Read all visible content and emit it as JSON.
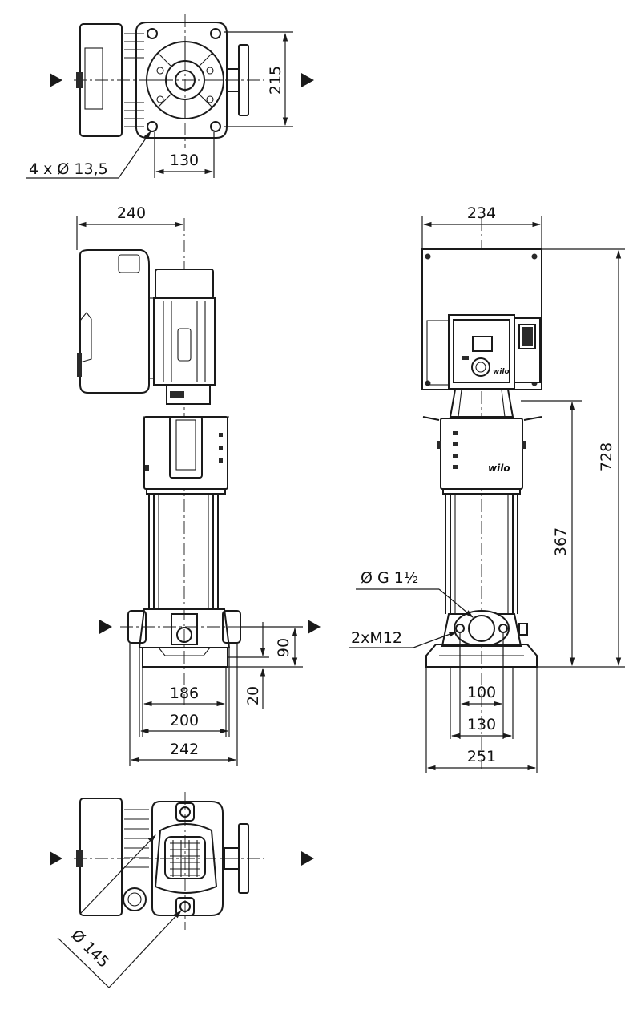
{
  "brand": "wilo",
  "dimensions": {
    "top_height": "215",
    "top_flange_spacing": "130",
    "top_holes": "4 x Ø 13,5",
    "side_width": "240",
    "front_width": "234",
    "total_height": "728",
    "inlet_height": "367",
    "connection": "Ø G 1½",
    "bolts": "2xM12",
    "flange_height": "90",
    "base_thickness": "20",
    "base_186": "186",
    "base_200": "200",
    "base_242": "242",
    "front_100": "100",
    "front_130": "130",
    "front_251": "251",
    "bottom_diameter": "Ø 145"
  },
  "colors": {
    "line": "#1a1a1a",
    "background": "#ffffff"
  }
}
